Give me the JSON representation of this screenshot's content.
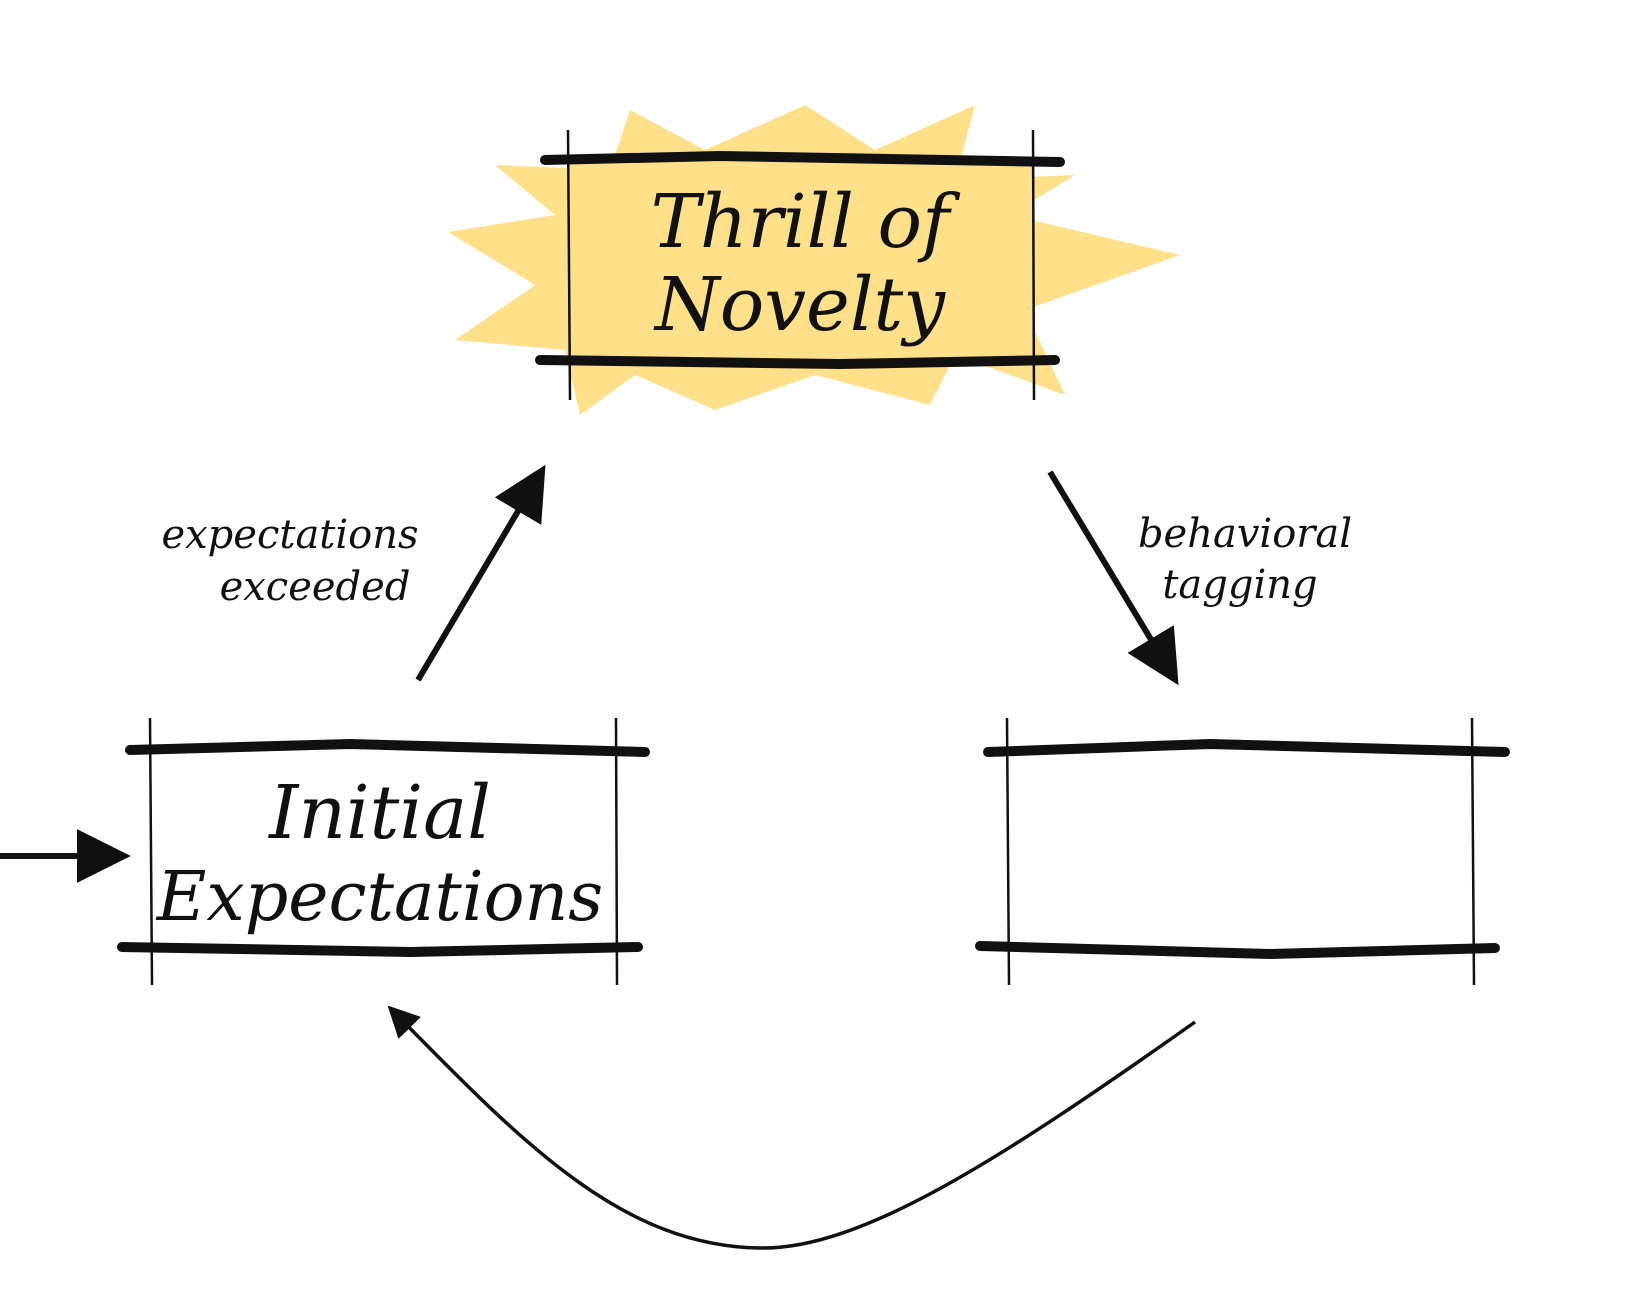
{
  "nodes": {
    "thrill": {
      "line1": "Thrill of",
      "line2": "Novelty"
    },
    "initial": {
      "line1": "Initial",
      "line2": "Expectations"
    },
    "empty": {
      "line1": "",
      "line2": ""
    }
  },
  "edges": {
    "up_label": {
      "line1": "expectations",
      "line2": "exceeded"
    },
    "down_label": {
      "line1": "behavioral",
      "line2": "tagging"
    }
  },
  "colors": {
    "burst": "#FFE08A",
    "box_fill": "#FFE08A",
    "ink": "#111111"
  }
}
